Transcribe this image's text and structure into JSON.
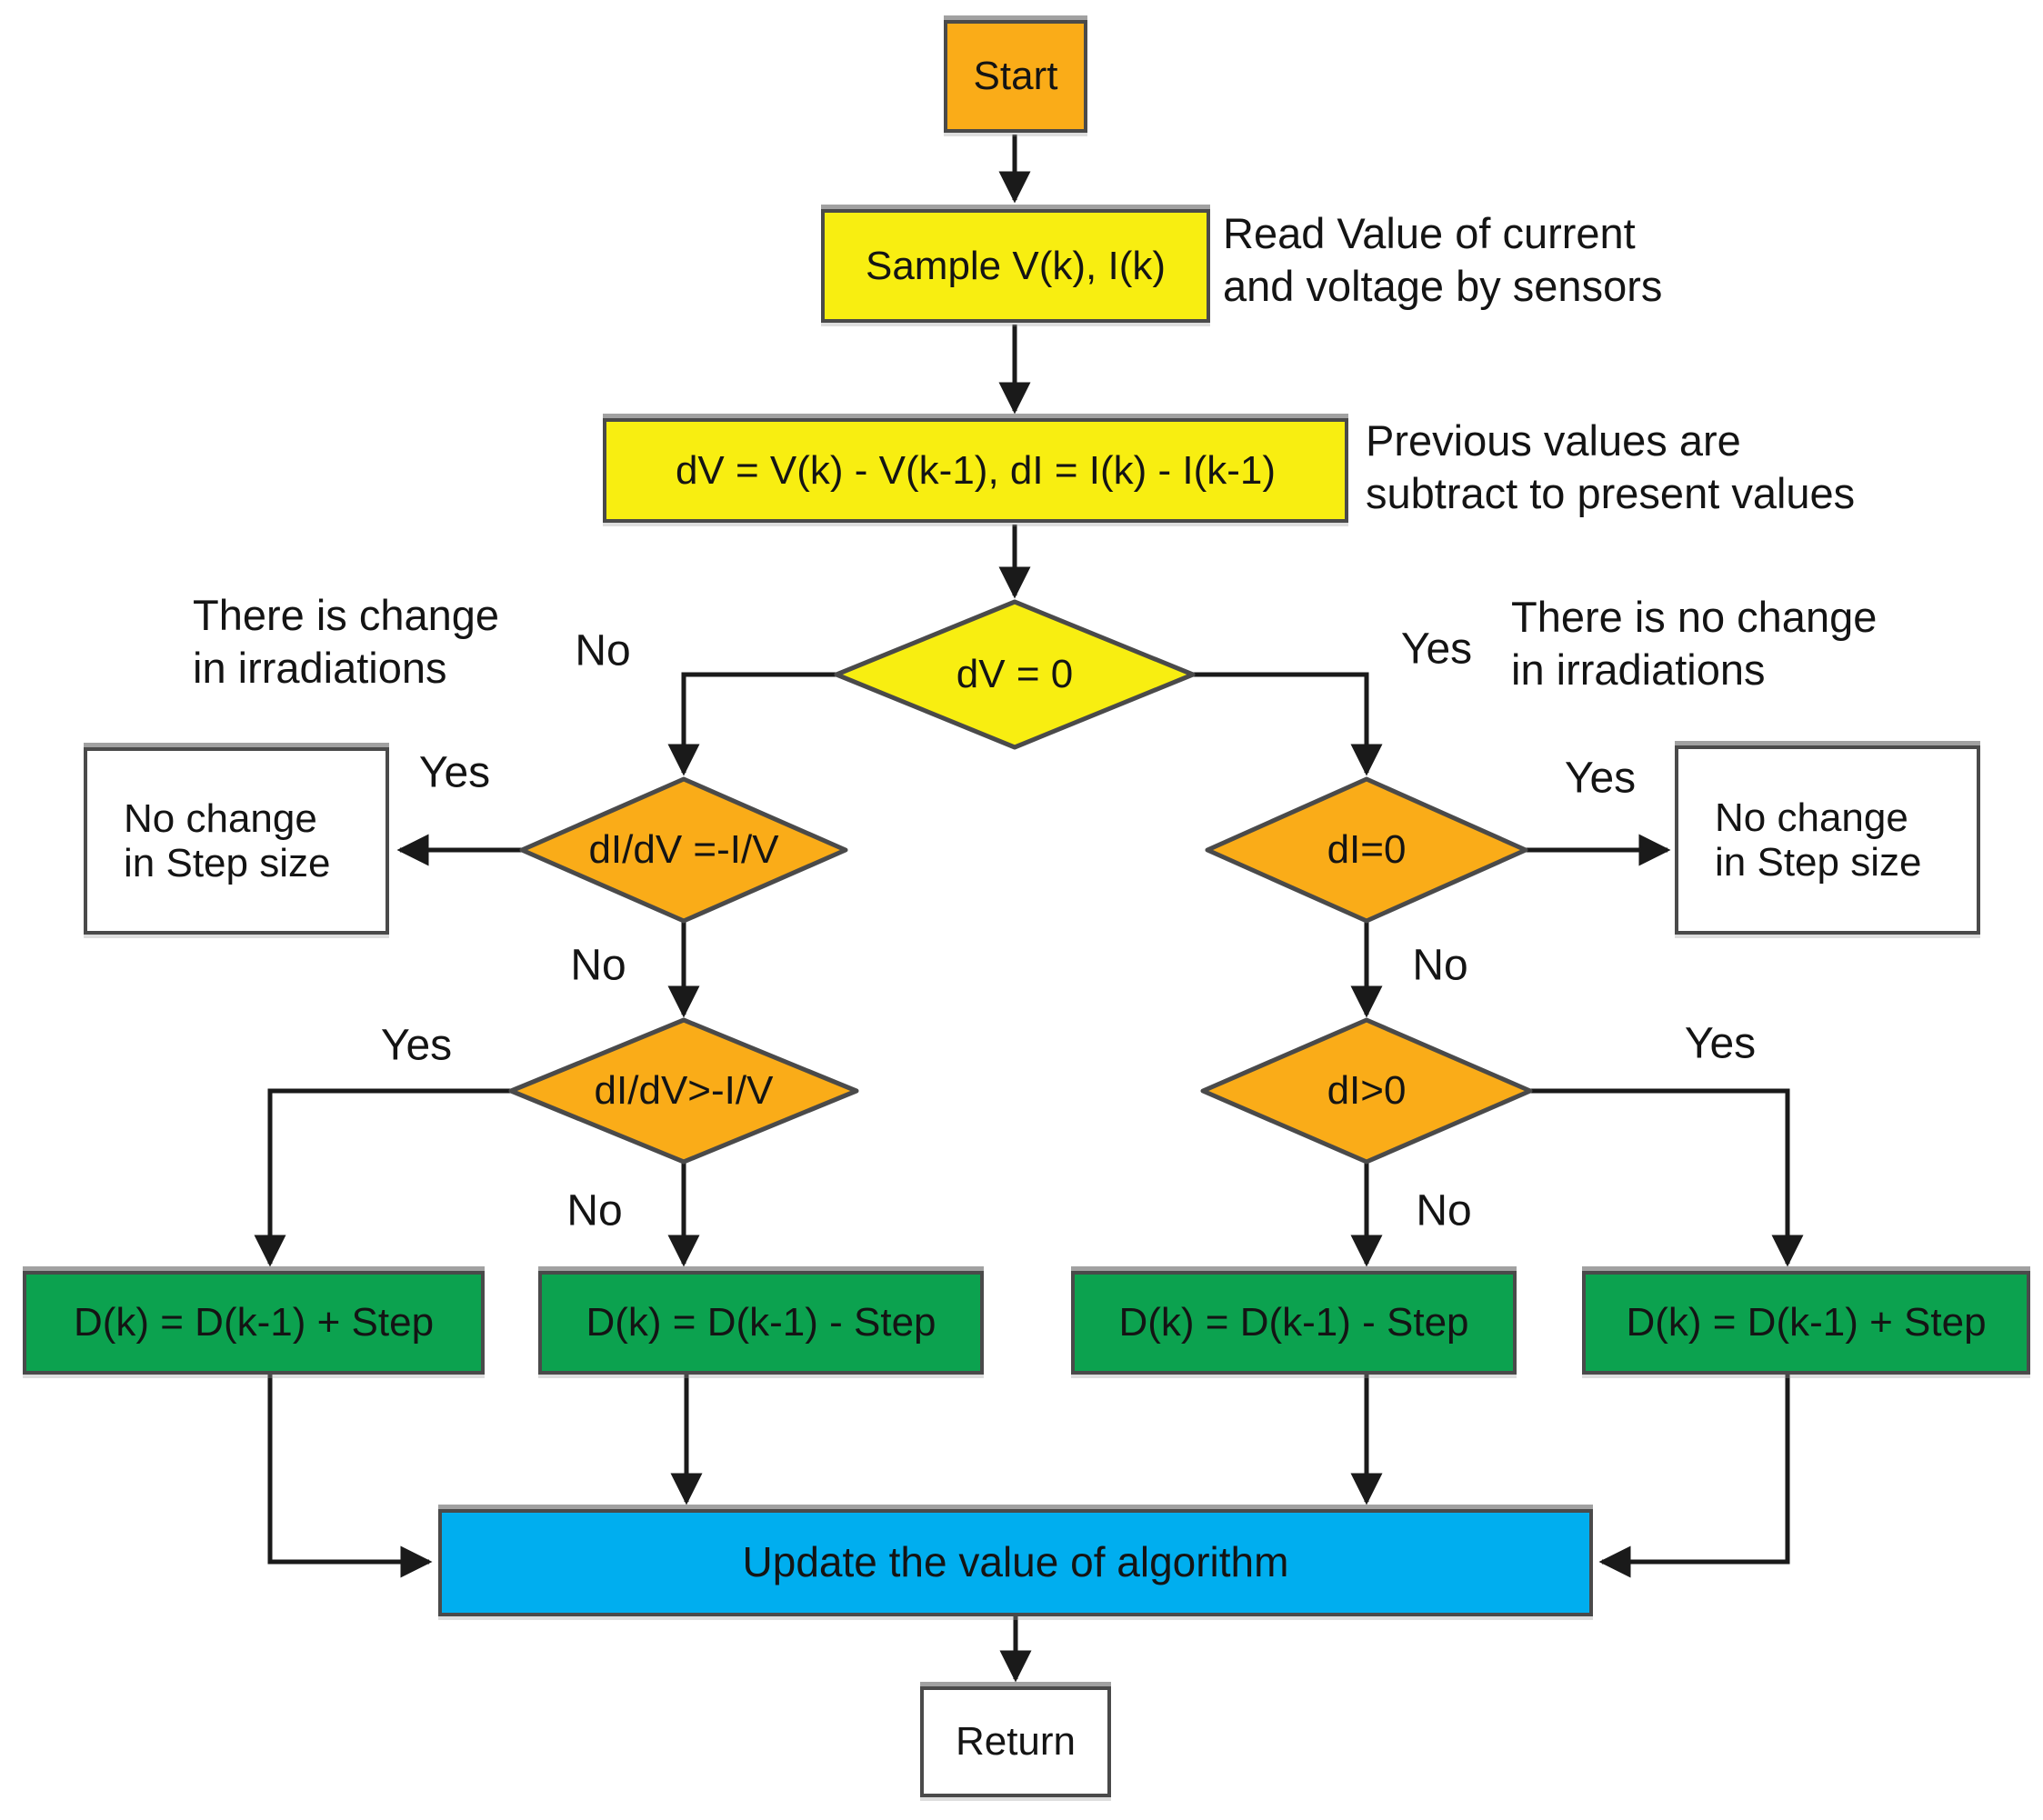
{
  "colors": {
    "decision_orange": "#FAAC18",
    "process_yellow": "#F8EE11",
    "duty_green": "#0CA24F",
    "update_blue": "#00AEEF",
    "io_white": "#FFFFFF",
    "node_border": "#4A4A4A",
    "connector_line": "#1A1A1A"
  },
  "nodes": {
    "start": "Start",
    "sample": "Sample V(k), I(k)",
    "delta": "dV = V(k) - V(k-1), dI = I(k) - I(k-1)",
    "dv_zero": "dV = 0",
    "didv_eq": "dI/dV =-I/V",
    "didv_gt": "dI/dV>-I/V",
    "di_zero": "dI=0",
    "di_gt": "dI>0",
    "no_change_left": [
      "No change",
      "in Step size"
    ],
    "no_change_right": [
      "No change",
      "in Step size"
    ],
    "duty1": "D(k) = D(k-1) + Step",
    "duty2": "D(k) = D(k-1) - Step",
    "duty3": "D(k) = D(k-1) - Step",
    "duty4": "D(k) = D(k-1) + Step",
    "update": "Update the value of algorithm",
    "return": "Return"
  },
  "edge_labels": {
    "dv_no": "No",
    "dv_yes": "Yes",
    "didv_eq_yes": "Yes",
    "didv_eq_no": "No",
    "didv_gt_yes": "Yes",
    "didv_gt_no": "No",
    "di_zero_yes": "Yes",
    "di_zero_no": "No",
    "di_gt_yes": "Yes",
    "di_gt_no": "No"
  },
  "annotations": {
    "read_value": [
      "Read Value of current",
      "and voltage by sensors"
    ],
    "previous_values": [
      "Previous values are",
      "subtract to present values"
    ],
    "change_irradiations": [
      "There is change",
      "in irradiations"
    ],
    "no_change_irradiations": [
      "There is no change",
      "in irradiations"
    ]
  }
}
